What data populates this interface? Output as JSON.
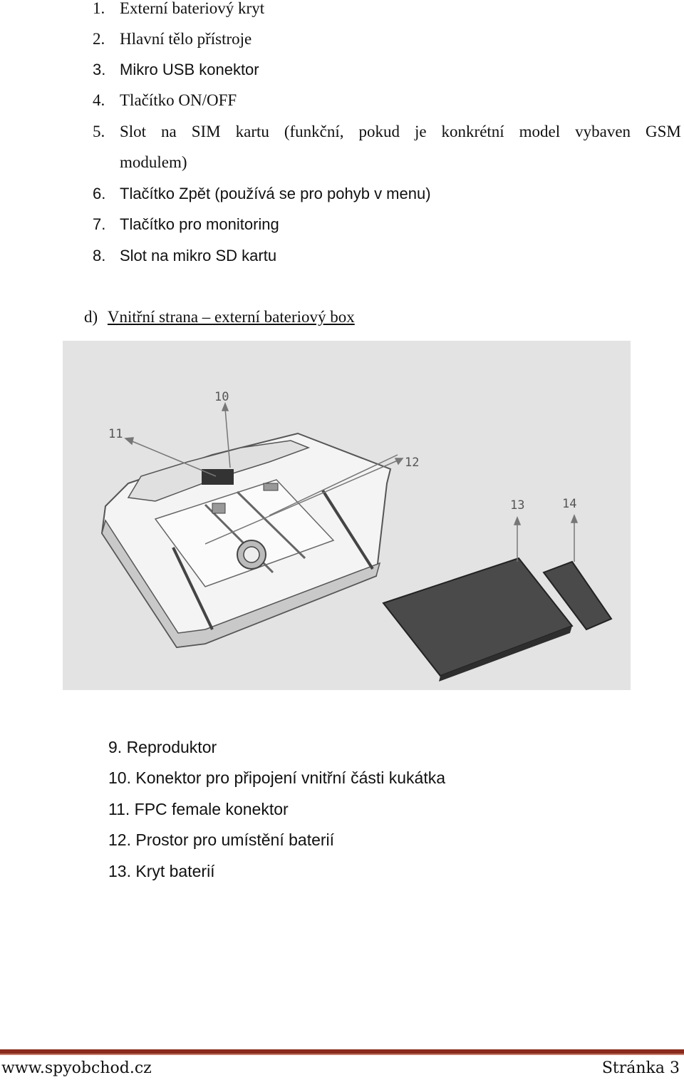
{
  "list_top": [
    {
      "num": "1.",
      "text": "Externí bateriový kryt"
    },
    {
      "num": "2.",
      "text": "Hlavní tělo přístroje"
    },
    {
      "num": "3.",
      "text": "Mikro USB konektor"
    },
    {
      "num": "4.",
      "text": "Tlačítko ON/OFF"
    },
    {
      "num": "5.",
      "words": [
        "Slot",
        "na",
        "SIM",
        "kartu",
        "(funkční,",
        "pokud",
        "je",
        "konkrétní",
        "model",
        "vybaven",
        "GSM"
      ],
      "cont": "modulem)"
    },
    {
      "num": "6.",
      "text": "Tlačítko Zpět (používá se pro pohyb v menu)"
    },
    {
      "num": "7.",
      "text": "Tlačítko pro monitoring"
    },
    {
      "num": "8.",
      "text": "Slot na mikro SD kartu"
    }
  ],
  "section": {
    "letter": "d)",
    "title": "Vnitřní strana – externí bateriový box"
  },
  "figure_labels": {
    "l10": "10",
    "l11": "11",
    "l12": "12",
    "l13": "13",
    "l14": "14"
  },
  "legend": [
    "9. Reproduktor",
    "10. Konektor pro připojení vnitřní části kukátka",
    "11. FPC female konektor",
    "12. Prostor pro umístění baterií",
    "13. Kryt baterií"
  ],
  "footer": {
    "left": "www.spyobchod.cz",
    "right": "Stránka 3"
  },
  "colors": {
    "rule": "#8a2b1d",
    "figure_bg": "#e3e3e3"
  }
}
